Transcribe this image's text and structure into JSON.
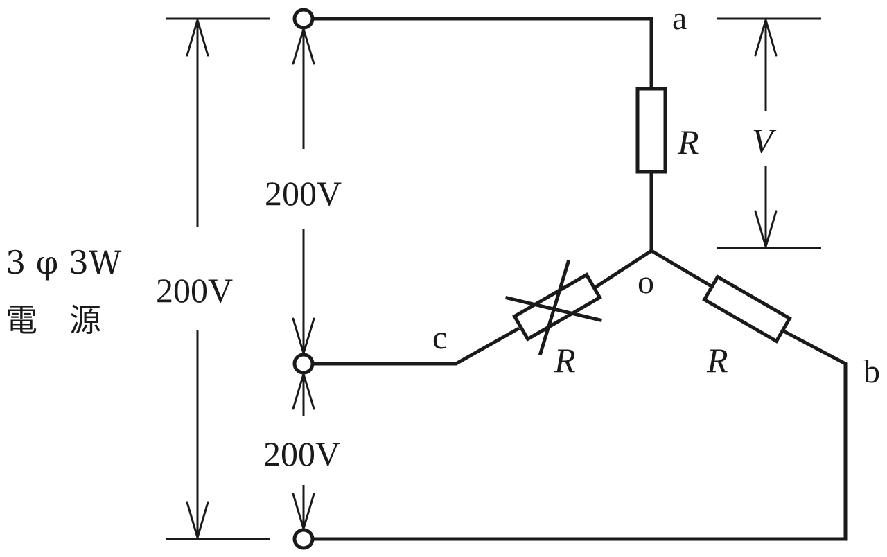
{
  "source": {
    "line1": "3 φ 3W",
    "line2": "電　源",
    "total_voltage": "200V"
  },
  "segments": {
    "ac_voltage": "200V",
    "cb_voltage": "200V"
  },
  "nodes": {
    "a": "a",
    "b": "b",
    "c": "c",
    "o": "o"
  },
  "resistors": {
    "r_a": "R",
    "r_b": "R",
    "r_c": "R"
  },
  "measured": {
    "v_label": "V"
  },
  "colors": {
    "ink": "#1a1a1a",
    "background": "#ffffff"
  }
}
